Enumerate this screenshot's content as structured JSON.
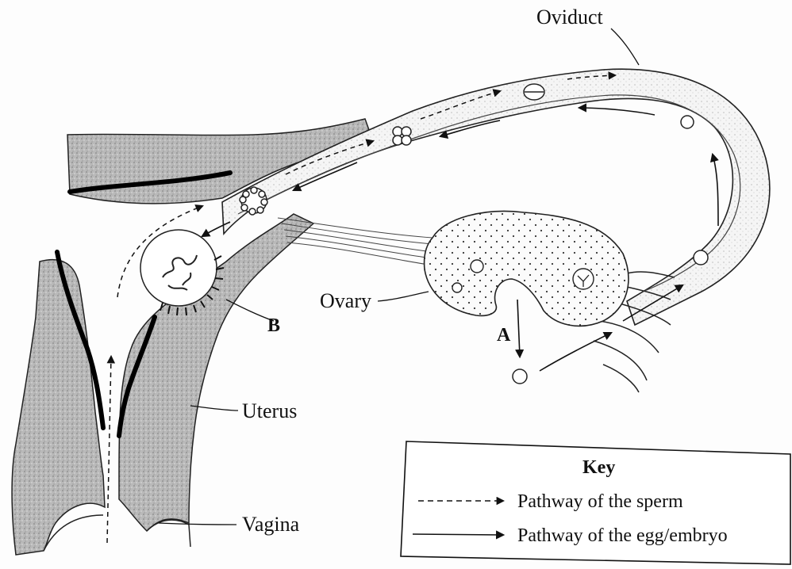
{
  "labels": {
    "oviduct": "Oviduct",
    "ovary": "Ovary",
    "uterus": "Uterus",
    "vagina": "Vagina",
    "point_a": "A",
    "point_b": "B"
  },
  "key": {
    "title": "Key",
    "sperm": "Pathway of the sperm",
    "egg": "Pathway of the egg/embryo"
  }
}
